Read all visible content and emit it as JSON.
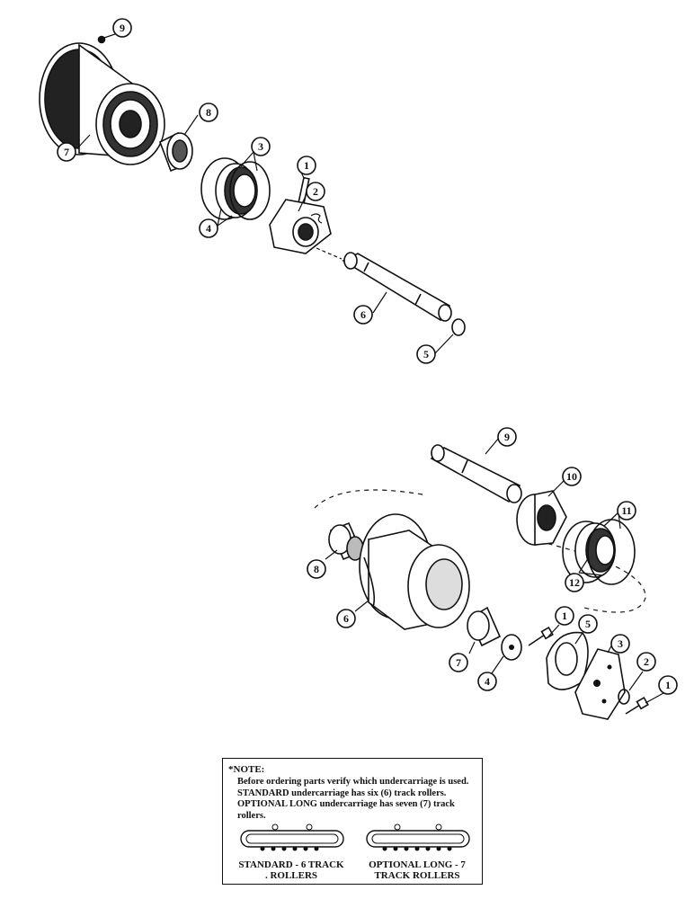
{
  "upper_callouts": [
    {
      "id": "u9",
      "num": "9"
    },
    {
      "id": "u8",
      "num": "8"
    },
    {
      "id": "u7",
      "num": "7"
    },
    {
      "id": "u3",
      "num": "3"
    },
    {
      "id": "u1",
      "num": "1"
    },
    {
      "id": "u2",
      "num": "2"
    },
    {
      "id": "u4",
      "num": "4"
    },
    {
      "id": "u6",
      "num": "6"
    },
    {
      "id": "u5",
      "num": "5"
    }
  ],
  "lower_callouts": [
    {
      "id": "l9",
      "num": "9"
    },
    {
      "id": "l10",
      "num": "10"
    },
    {
      "id": "l11",
      "num": "11"
    },
    {
      "id": "l8",
      "num": "8"
    },
    {
      "id": "l12",
      "num": "12"
    },
    {
      "id": "l6",
      "num": "6"
    },
    {
      "id": "l1a",
      "num": "1"
    },
    {
      "id": "l5",
      "num": "5"
    },
    {
      "id": "l3",
      "num": "3"
    },
    {
      "id": "l7",
      "num": "7"
    },
    {
      "id": "l2",
      "num": "2"
    },
    {
      "id": "l4",
      "num": "4"
    },
    {
      "id": "l1b",
      "num": "1"
    }
  ],
  "note": {
    "heading": "*NOTE:",
    "body": "Before ordering parts verify which undercarriage is used. STANDARD undercarriage has six (6) track rollers. OPTIONAL LONG undercarriage has seven (7) track rollers.",
    "standard_caption_1": "STANDARD - 6 TRACK",
    "standard_caption_2": ". ROLLERS",
    "optional_caption_1": "OPTIONAL LONG - 7",
    "optional_caption_2": "TRACK ROLLERS"
  },
  "colors": {
    "ink": "#111111",
    "paper": "#ffffff"
  }
}
